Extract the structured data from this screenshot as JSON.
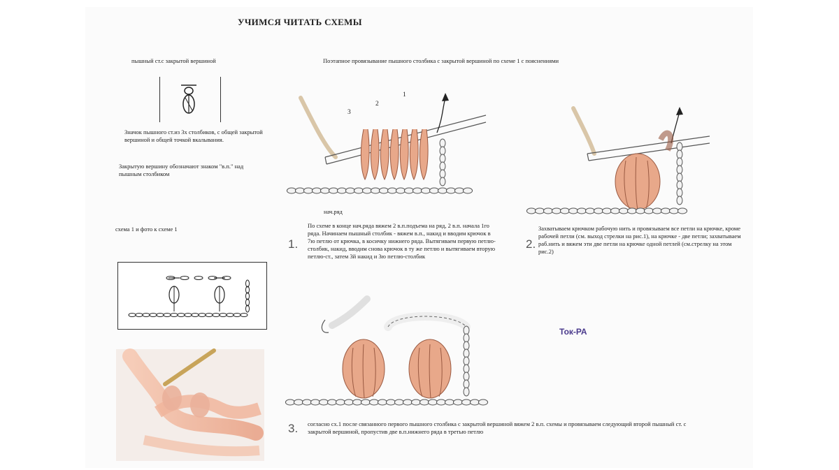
{
  "title": "УЧИМСЯ ЧИТАТЬ СХЕМЫ",
  "left": {
    "symbol_caption": "пышный ст.с закрытой вершиной",
    "symbol_desc": "Значок пышного ст.из 3х столбиков, с общей закрытой вершиной и общей точкой вкалывания.",
    "closed_top_note": "Закрытую вершину обозначают знаком \"в.п.\" над пышным столбиком",
    "scheme_caption": "схема 1 и фото к схеме 1"
  },
  "right_header": "Поэтапное провязывание пышного столбика с закрытой вершиной по схеме 1 с пояснениями",
  "step1": {
    "number": "1.",
    "labels": [
      "3",
      "2",
      "1"
    ],
    "base_label": "нач.ряд",
    "text": "По схеме в конце нач.ряда вяжем 2 в.п.подъема на ряд, 2 в.п. начала 1го ряда. Начинаем пышный столбик - вяжем в.п., накид и вводим крючок в 7ю петлю от крючка, в косичку нижнего ряда. Вытягиваем первую петлю-столбик, накид, вводим снова крючок в ту же петлю и вытягиваем вторую петлю-ст., затем 3й накид и 3ю петлю-столбик"
  },
  "step2": {
    "number": "2.",
    "text": "Захватываем крючком рабочую нить и провязываем все петли на крючке, кроме рабочей петли (см. выход стрелки на рис.1), на крючке - две петли; захватываем раб.нить и вяжем эти две петли на крючке одной петлей (см.стрелку на этом рис.2)"
  },
  "step3": {
    "number": "3.",
    "text": "согласно сх.1 после связанного первого пышного столбика с закрытой вершиной вяжем 2 в.п. схемы и провязываем следующий второй пышный ст. с закрытой вершиной, пропустив две в.п.нижнего ряда в третью петлю"
  },
  "signature": "Ток-РА",
  "colors": {
    "yarn": "#e8a88a",
    "yarn_dark": "#b06a50",
    "hook": "#d9d9d9",
    "chain": "#f1f1f1"
  }
}
